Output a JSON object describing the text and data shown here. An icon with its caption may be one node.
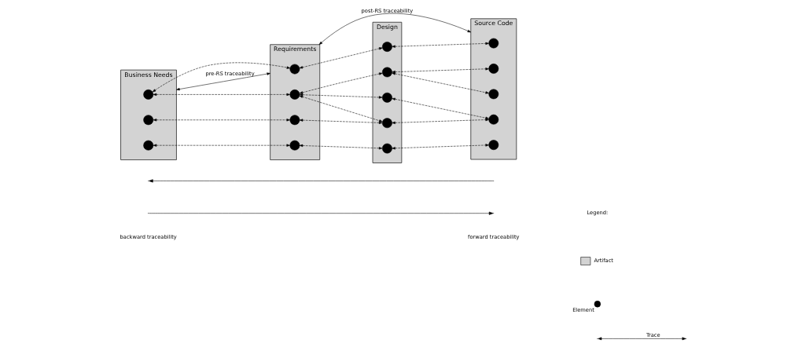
{
  "diagram": {
    "nodes": [
      {
        "text": [
          "Business Needs"
        ]
      },
      {
        "text": [],
        "shape": "circle",
        "in": 0
      },
      {
        "text": [],
        "shape": "circle",
        "in": 0
      },
      {
        "text": [],
        "shape": "circle",
        "in": 0
      },
      {
        "text": [
          "Requirements"
        ]
      },
      {
        "text": [],
        "shape": "circle",
        "in": 4
      },
      {
        "text": [],
        "shape": "circle",
        "in": 4
      },
      {
        "text": [],
        "shape": "circle",
        "in": 4
      },
      {
        "text": [],
        "shape": "circle",
        "in": 4
      },
      {
        "text": [
          "Design"
        ]
      },
      {
        "text": [],
        "shape": "circle",
        "in": 9
      },
      {
        "text": [],
        "shape": "circle",
        "in": 9
      },
      {
        "text": [],
        "shape": "circle",
        "in": 9
      },
      {
        "text": [],
        "shape": "circle",
        "in": 9
      },
      {
        "text": [],
        "shape": "circle",
        "in": 9
      },
      {
        "text": [
          "Source Code"
        ]
      },
      {
        "text": [],
        "shape": "circle",
        "in": 15
      },
      {
        "text": [],
        "shape": "circle",
        "in": 15
      },
      {
        "text": [],
        "shape": "circle",
        "in": 15
      },
      {
        "text": [],
        "shape": "circle",
        "in": 15
      },
      {
        "text": [],
        "shape": "circle",
        "in": 15
      }
    ],
    "edges": [
      {
        "from": 1,
        "to": 5,
        "arrow": "both",
        "style": "dashed"
      },
      {
        "from": 1,
        "to": 6,
        "arrow": "both",
        "style": "dashed"
      },
      {
        "from": 2,
        "to": 7,
        "arrow": "both",
        "style": "dashed"
      },
      {
        "from": 3,
        "to": 8,
        "arrow": "both",
        "style": "dashed"
      },
      {
        "from": 5,
        "to": 10,
        "arrow": "both",
        "style": "dashed"
      },
      {
        "from": 6,
        "to": 11,
        "arrow": "both",
        "style": "dashed"
      },
      {
        "from": 6,
        "to": 12,
        "arrow": "both",
        "style": "dashed"
      },
      {
        "from": 6,
        "to": 13,
        "arrow": "both",
        "style": "dashed"
      },
      {
        "from": 7,
        "to": 13,
        "arrow": "both",
        "style": "dashed"
      },
      {
        "from": 8,
        "to": 14,
        "arrow": "both",
        "style": "dashed"
      },
      {
        "from": 10,
        "to": 16,
        "arrow": "both",
        "style": "dashed"
      },
      {
        "from": 11,
        "to": 17,
        "arrow": "both",
        "style": "dashed"
      },
      {
        "from": 11,
        "to": 18,
        "arrow": "both",
        "style": "dashed"
      },
      {
        "from": 12,
        "to": 19,
        "arrow": "both",
        "style": "dashed"
      },
      {
        "from": 13,
        "to": 19,
        "arrow": "both",
        "style": "dashed"
      },
      {
        "from": 14,
        "to": 20,
        "arrow": "both",
        "style": "dashed"
      },
      {
        "from": 0,
        "to": 4,
        "arrow": "both",
        "label": "pre-RS traceability"
      },
      {
        "from": 4,
        "to": 15,
        "arrow": "both",
        "label": "post-RS traceability"
      }
    ],
    "labels": [
      "forward traceability",
      "backward traceability",
      "Legend:"
    ],
    "legend": [
      {
        "text": "Artifact",
        "color": "#d3d3d3"
      },
      {
        "text": "Element"
      },
      {
        "text": "Trace"
      }
    ]
  }
}
